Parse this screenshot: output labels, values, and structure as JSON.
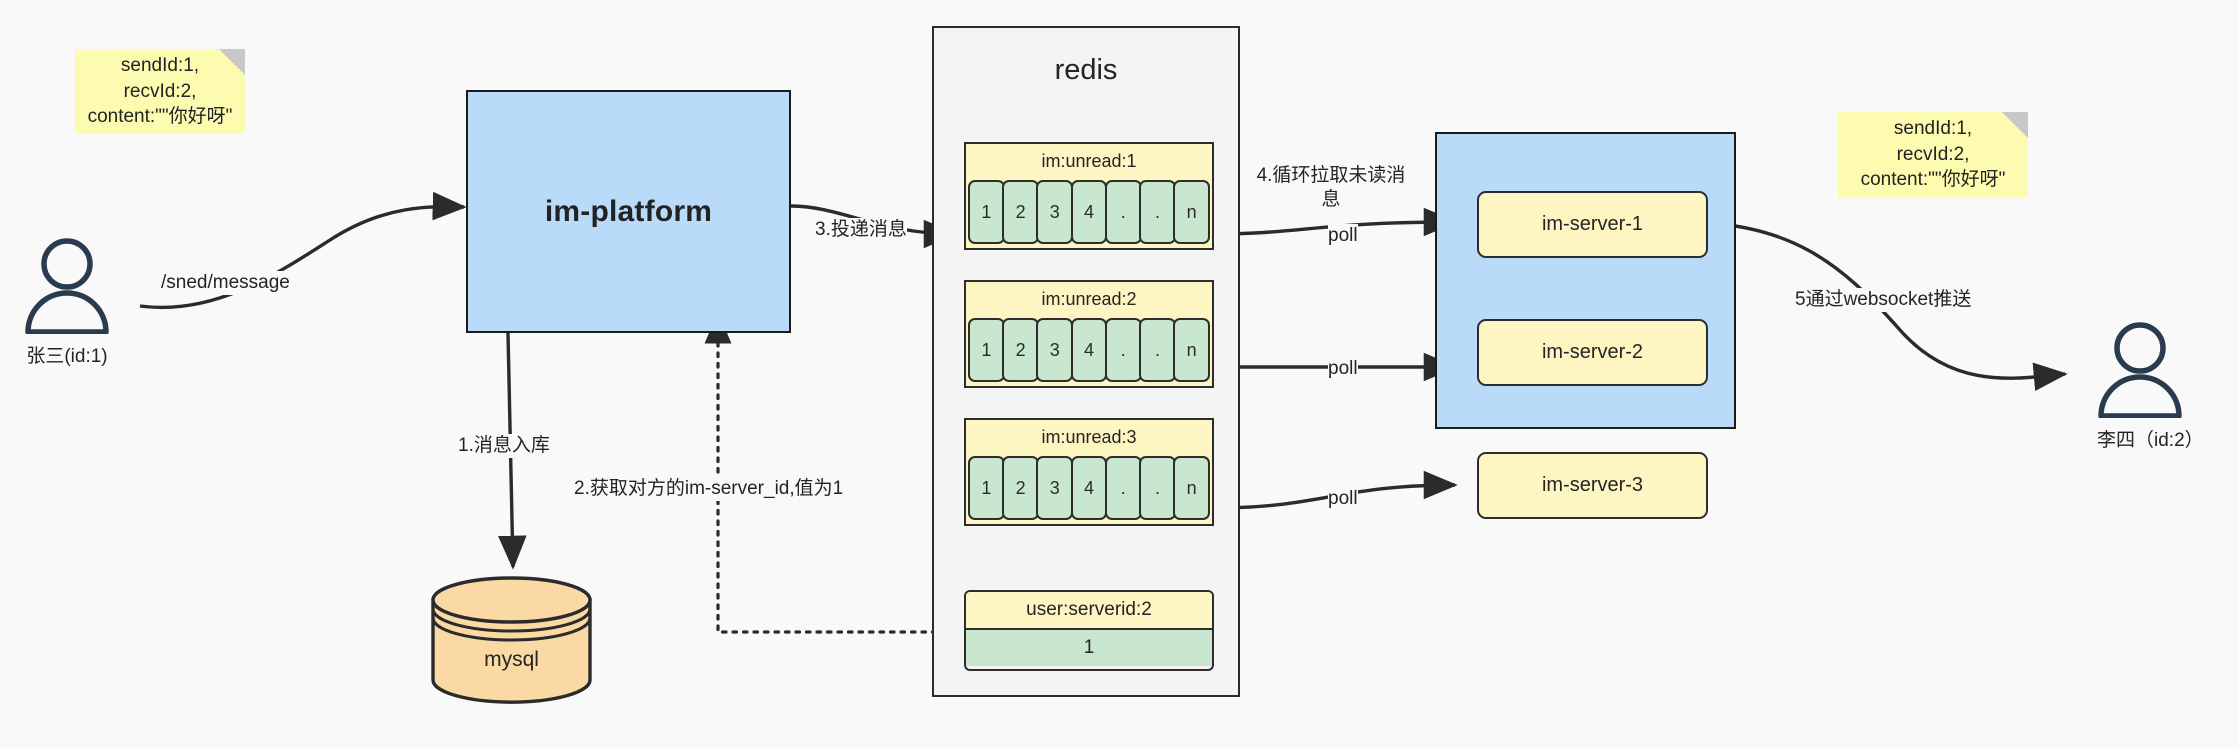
{
  "diagram": {
    "title": "IM message delivery architecture",
    "colors": {
      "canvas": "#f9f9f9",
      "note_yellow": "#fdfbb0",
      "box_blue": "#b9daf8",
      "key_yellow": "#fdf6c3",
      "cell_green": "#c9e7cf",
      "cylinder_orange": "#fbd9a5",
      "stroke": "#2d2d2d",
      "person_stroke": "#2b3b4e"
    }
  },
  "actors": {
    "sender": {
      "name": "person-icon",
      "caption": "张三(id:1)"
    },
    "receiver": {
      "name": "person-icon",
      "caption": "李四（id:2）"
    }
  },
  "notes": {
    "left": {
      "text": "sendId:1,\nrecvId:2,\ncontent:\"\"你好呀\""
    },
    "right": {
      "text": "sendId:1,\nrecvId:2,\ncontent:\"\"你好呀\""
    }
  },
  "platform": {
    "label": "im-platform"
  },
  "database": {
    "label": "mysql"
  },
  "redis": {
    "title": "redis",
    "queues": [
      {
        "key": "im:unread:1",
        "cells": [
          "1",
          "2",
          "3",
          "4",
          ".",
          ".",
          "n"
        ]
      },
      {
        "key": "im:unread:2",
        "cells": [
          "1",
          "2",
          "3",
          "4",
          ".",
          ".",
          "n"
        ]
      },
      {
        "key": "im:unread:3",
        "cells": [
          "1",
          "2",
          "3",
          "4",
          ".",
          ".",
          "n"
        ]
      }
    ],
    "kv": {
      "key": "user:serverid:2",
      "value": "1"
    }
  },
  "server_cluster": {
    "servers": [
      {
        "label": "im-server-1"
      },
      {
        "label": "im-server-2"
      },
      {
        "label": "im-server-3"
      }
    ]
  },
  "edges": {
    "send_message": "/sned/message",
    "step1": "1.消息入库",
    "step2": "2.获取对方的im-server_id,值为1",
    "step3": "3.投递消息",
    "step4": "4.循环拉取未读消\n息",
    "poll_1": "poll",
    "poll_2": "poll",
    "poll_3": "poll",
    "step5": "5通过websocket推送"
  }
}
